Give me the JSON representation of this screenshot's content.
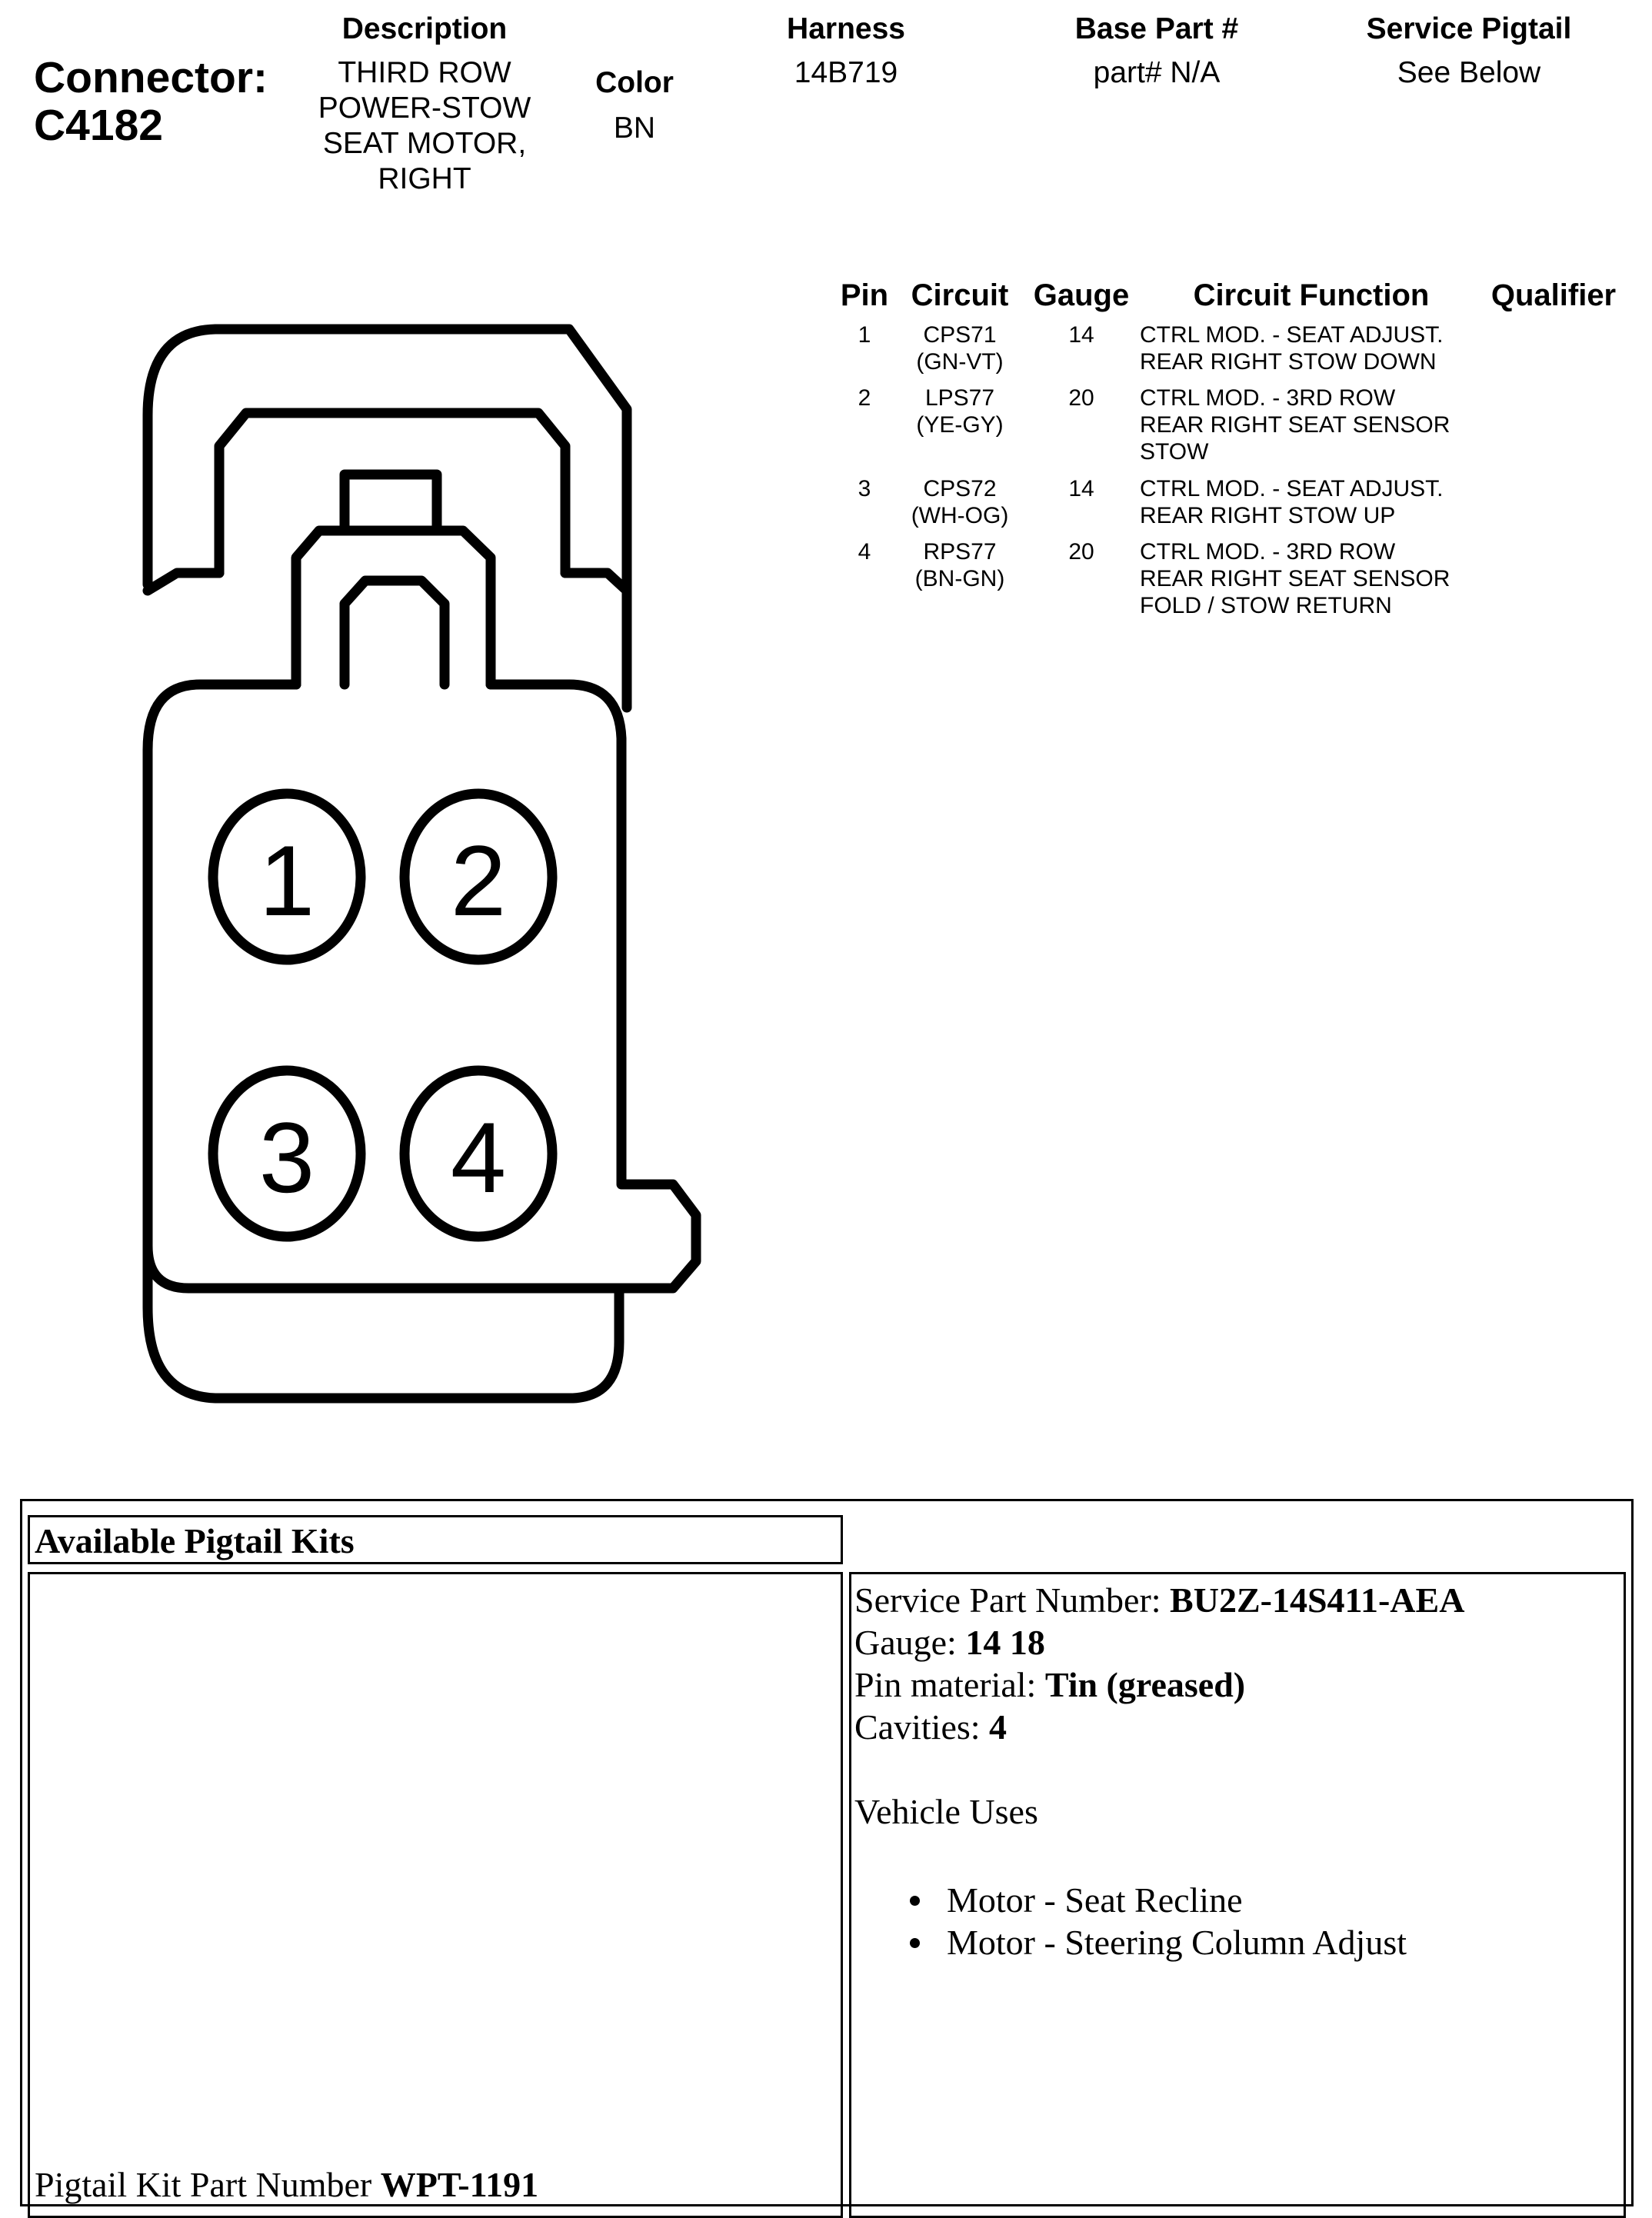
{
  "header": {
    "connector_label": "Connector:",
    "connector_id": "C4182",
    "description_label": "Description",
    "description_lines": [
      "THIRD ROW",
      "POWER-STOW",
      "SEAT MOTOR,",
      "RIGHT"
    ],
    "color_label": "Color",
    "color_value": "BN",
    "harness_label": "Harness",
    "harness_value": "14B719",
    "base_part_label": "Base Part #",
    "base_part_value": "part# N/A",
    "service_pigtail_label": "Service Pigtail",
    "service_pigtail_value": "See Below"
  },
  "pin_table": {
    "headers": [
      "Pin",
      "Circuit",
      "Gauge",
      "Circuit Function",
      "Qualifier"
    ],
    "rows": [
      {
        "pin": "1",
        "circuit": [
          "CPS71",
          "(GN-VT)"
        ],
        "gauge": "14",
        "function": [
          "CTRL MOD. - SEAT ADJUST.",
          "REAR RIGHT STOW DOWN"
        ],
        "qualifier": ""
      },
      {
        "pin": "2",
        "circuit": [
          "LPS77",
          "(YE-GY)"
        ],
        "gauge": "20",
        "function": [
          "CTRL MOD. - 3RD ROW",
          "REAR RIGHT SEAT SENSOR",
          "STOW"
        ],
        "qualifier": ""
      },
      {
        "pin": "3",
        "circuit": [
          "CPS72",
          "(WH-OG)"
        ],
        "gauge": "14",
        "function": [
          "CTRL MOD. - SEAT ADJUST.",
          "REAR RIGHT STOW UP"
        ],
        "qualifier": ""
      },
      {
        "pin": "4",
        "circuit": [
          "RPS77",
          "(BN-GN)"
        ],
        "gauge": "20",
        "function": [
          "CTRL MOD. - 3RD ROW",
          "REAR RIGHT SEAT SENSOR",
          "FOLD / STOW RETURN"
        ],
        "qualifier": ""
      }
    ]
  },
  "diagram": {
    "pins": [
      "1",
      "2",
      "3",
      "4"
    ]
  },
  "pigtail": {
    "section_title": "Available Pigtail Kits",
    "kit_part_label": "Pigtail Kit Part Number",
    "kit_part_value": "WPT-1191",
    "service_part_label": "Service Part Number:",
    "service_part_value": "BU2Z-14S411-AEA",
    "gauge_label": "Gauge:",
    "gauge_value": "14 18",
    "pin_material_label": "Pin material:",
    "pin_material_value": "Tin (greased)",
    "cavities_label": "Cavities:",
    "cavities_value": "4",
    "vehicle_uses_label": "Vehicle Uses",
    "vehicle_uses": [
      "Motor - Seat Recline",
      "Motor - Steering Column Adjust"
    ]
  }
}
